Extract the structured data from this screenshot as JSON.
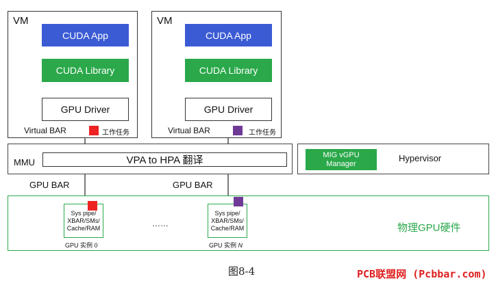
{
  "vms": [
    {
      "label": "VM",
      "app": "CUDA App",
      "library": "CUDA Library",
      "driver": "GPU Driver",
      "vbar": "Virtual BAR",
      "task": "工作任务",
      "task_color": "#ee2222"
    },
    {
      "label": "VM",
      "app": "CUDA App",
      "library": "CUDA Library",
      "driver": "GPU Driver",
      "vbar": "Virtual BAR",
      "task": "工作任务",
      "task_color": "#6e3a96"
    }
  ],
  "mmu": {
    "label": "MMU",
    "translation": "VPA to HPA 翻译"
  },
  "hypervisor": {
    "mig_line1": "MIG vGPU",
    "mig_line2": "Manager",
    "label": "Hypervisor"
  },
  "gpu_bar_labels": [
    "GPU BAR",
    "GPU BAR"
  ],
  "instances": [
    {
      "line1": "Sys pipe/",
      "line2": "XBAR/SMs/",
      "line3": "Cache/RAM",
      "caption_prefix": "GPU 实例 ",
      "caption_index": "0",
      "marker_color": "#ee2222"
    },
    {
      "line1": "Sys pipe/",
      "line2": "XBAR/SMs/",
      "line3": "Cache/RAM",
      "caption_prefix": "GPU 实例 ",
      "caption_index": "N",
      "marker_color": "#6e3a96"
    }
  ],
  "ellipsis": "……",
  "gpu_hw_label": "物理GPU硬件",
  "figure_caption": "图8-4",
  "watermark": "PCB联盟网 (Pcbbar.com)",
  "colors": {
    "blue": "#3b5bd4",
    "green": "#2aa84a",
    "red": "#ee2222",
    "purple": "#6e3a96"
  }
}
